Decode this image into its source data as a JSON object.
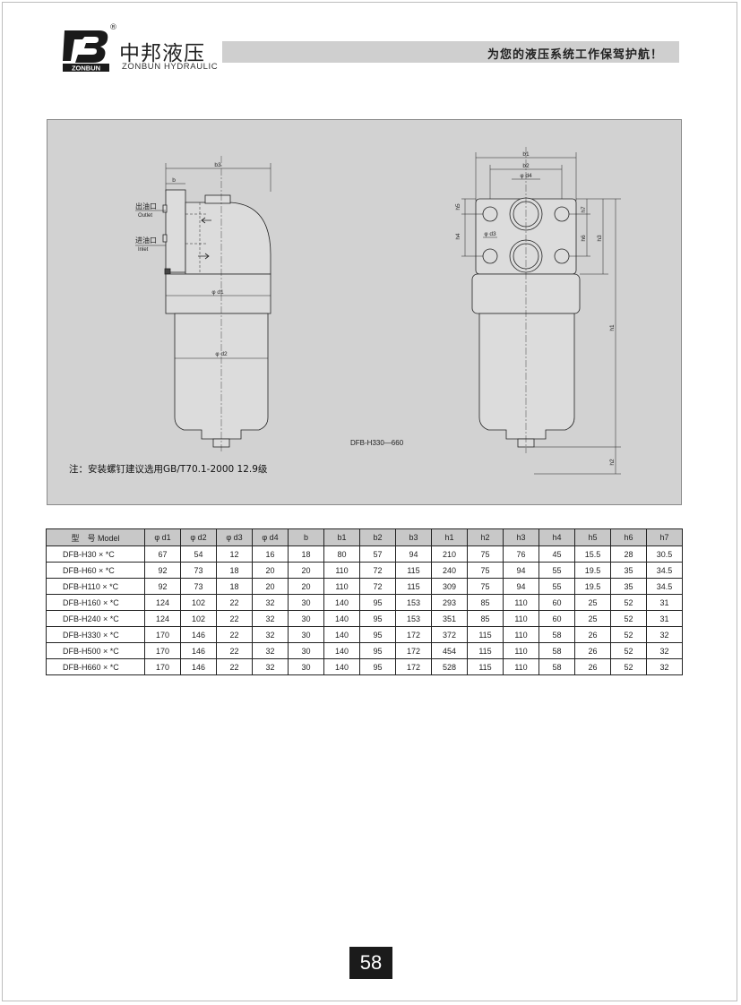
{
  "brand": {
    "logo_letters": "ZB",
    "logo_caption": "ZONBUN",
    "registered": "®",
    "name_cn": "中邦液压",
    "name_en": "ZONBUN HYDRAULIC",
    "slogan": "为您的液压系统工作保驾护航！"
  },
  "drawing": {
    "labels": {
      "b3": "b3",
      "b": "b",
      "d1": "φ d1",
      "d2": "φ d2",
      "outlet_cn": "出油口",
      "outlet_en": "Outlet",
      "inlet_cn": "进油口",
      "inlet_en": "Inlet",
      "b1": "b1",
      "b2": "b2",
      "d4": "φ d4",
      "d3": "φ d3",
      "h1": "h1",
      "h2": "h2",
      "h3": "h3",
      "h4": "h4",
      "h5": "h5",
      "h6": "h6",
      "h7": "h7"
    },
    "model_range": "DFB-H330—660",
    "note": "注：安装螺钉建议选用GB/T70.1-2000    12.9级"
  },
  "table": {
    "headers": [
      "型　号 Model",
      "φ d1",
      "φ d2",
      "φ d3",
      "φ d4",
      "b",
      "b1",
      "b2",
      "b3",
      "h1",
      "h2",
      "h3",
      "h4",
      "h5",
      "h6",
      "h7"
    ],
    "rows": [
      [
        "DFB-H30 × *C",
        "67",
        "54",
        "12",
        "16",
        "18",
        "80",
        "57",
        "94",
        "210",
        "75",
        "76",
        "45",
        "15.5",
        "28",
        "30.5"
      ],
      [
        "DFB-H60 × *C",
        "92",
        "73",
        "18",
        "20",
        "20",
        "110",
        "72",
        "115",
        "240",
        "75",
        "94",
        "55",
        "19.5",
        "35",
        "34.5"
      ],
      [
        "DFB-H110 × *C",
        "92",
        "73",
        "18",
        "20",
        "20",
        "110",
        "72",
        "115",
        "309",
        "75",
        "94",
        "55",
        "19.5",
        "35",
        "34.5"
      ],
      [
        "DFB-H160 × *C",
        "124",
        "102",
        "22",
        "32",
        "30",
        "140",
        "95",
        "153",
        "293",
        "85",
        "110",
        "60",
        "25",
        "52",
        "31"
      ],
      [
        "DFB-H240 × *C",
        "124",
        "102",
        "22",
        "32",
        "30",
        "140",
        "95",
        "153",
        "351",
        "85",
        "110",
        "60",
        "25",
        "52",
        "31"
      ],
      [
        "DFB-H330 × *C",
        "170",
        "146",
        "22",
        "32",
        "30",
        "140",
        "95",
        "172",
        "372",
        "115",
        "110",
        "58",
        "26",
        "52",
        "32"
      ],
      [
        "DFB-H500 × *C",
        "170",
        "146",
        "22",
        "32",
        "30",
        "140",
        "95",
        "172",
        "454",
        "115",
        "110",
        "58",
        "26",
        "52",
        "32"
      ],
      [
        "DFB-H660 × *C",
        "170",
        "146",
        "22",
        "32",
        "30",
        "140",
        "95",
        "172",
        "528",
        "115",
        "110",
        "58",
        "26",
        "52",
        "32"
      ]
    ]
  },
  "page_number": "58"
}
